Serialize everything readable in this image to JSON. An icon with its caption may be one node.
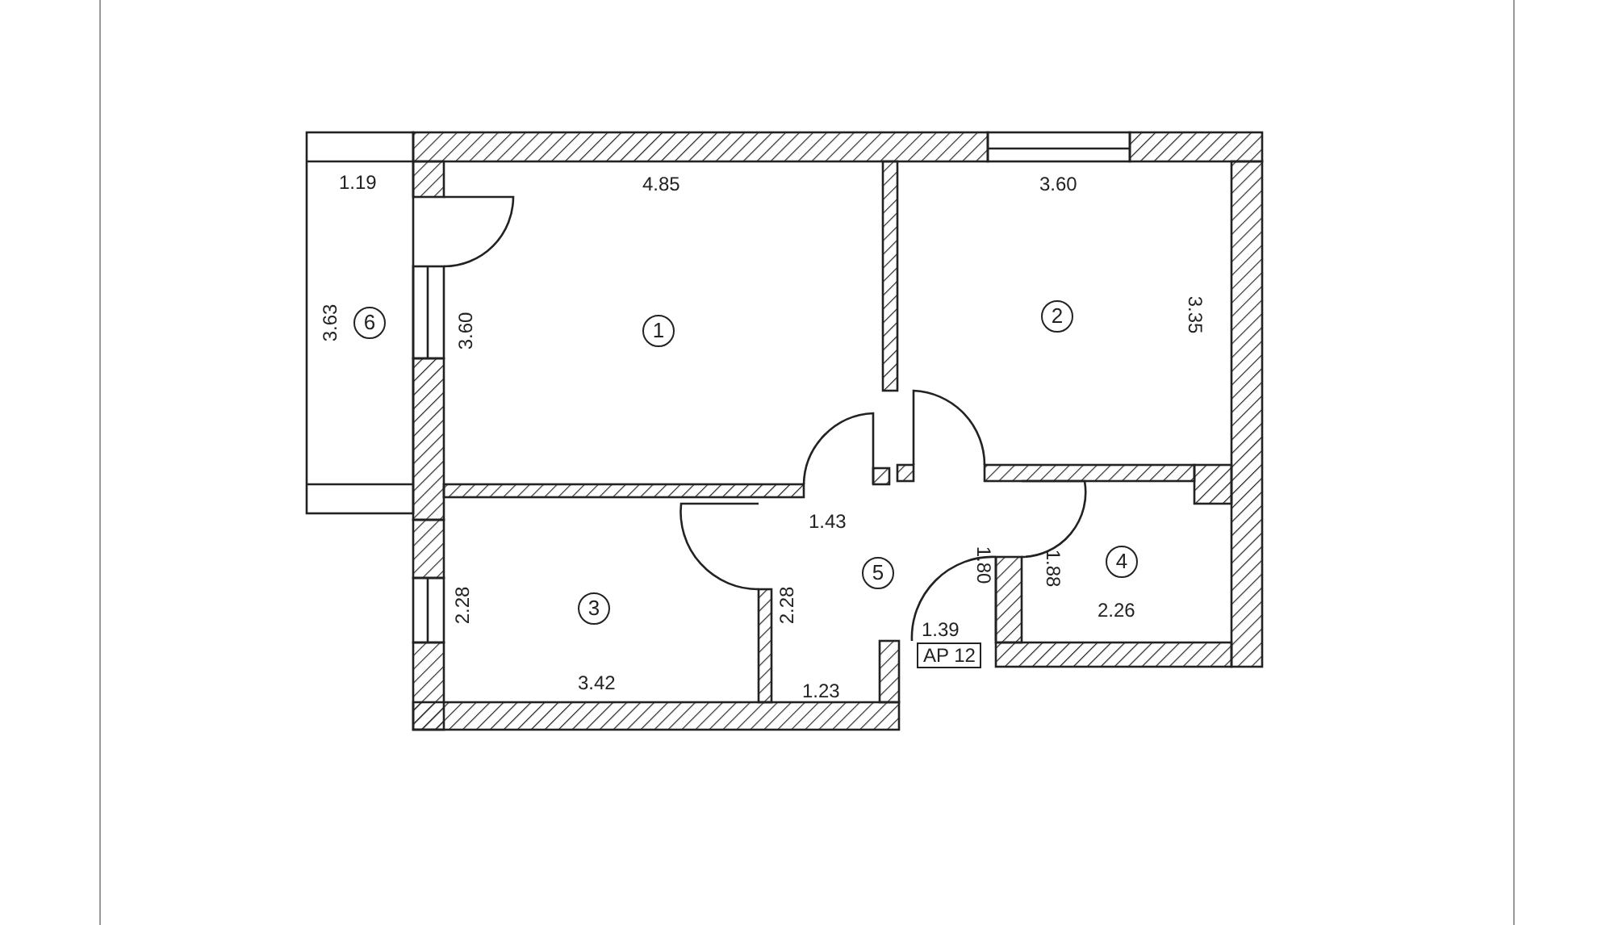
{
  "diagram": {
    "labels": [
      "1.19",
      "4.85",
      "3.60",
      "3.63",
      "6",
      "3.60",
      "1",
      "2",
      "3.35",
      "1.43",
      "5",
      "1.80",
      "1.88",
      "4",
      "2.28",
      "3",
      "2.28",
      "1.39",
      "2.26",
      "AP 12",
      "3.42",
      "1.23"
    ]
  }
}
